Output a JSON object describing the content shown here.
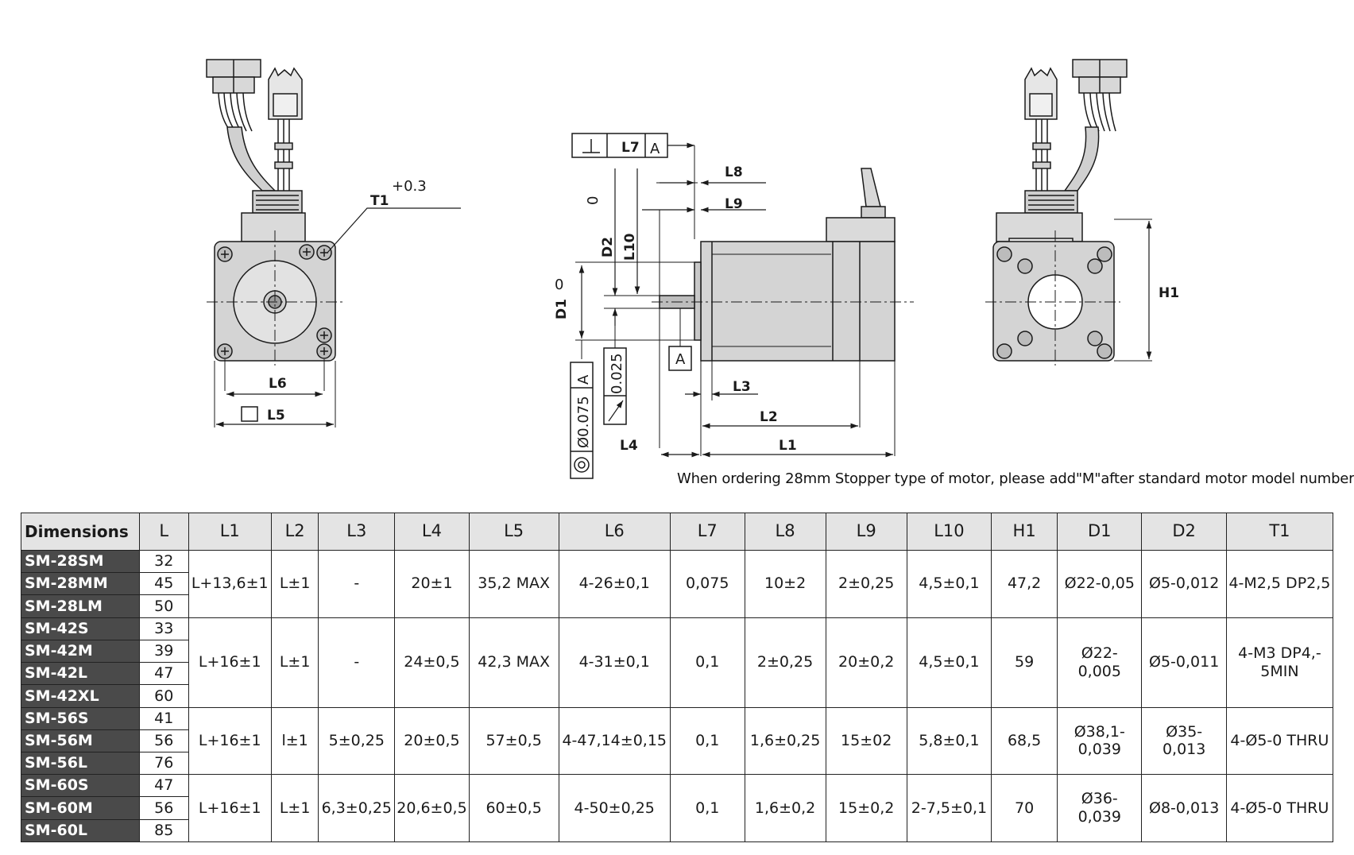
{
  "drawing": {
    "front_view": {
      "labels": {
        "t1": "T1",
        "t1_tol": "+0.3",
        "l6": "L6",
        "l5": "L5"
      }
    },
    "side_view": {
      "labels": {
        "l7": "L7",
        "a_ref": "A",
        "l8": "L8",
        "l9": "L9",
        "zero_top": "0",
        "d2": "D2",
        "l10": "L10",
        "zero_mid": "0",
        "d1": "D1",
        "runout": "0.025",
        "datum_a": "A",
        "conc": "Ø0.075",
        "conc_ref": "A",
        "l3": "L3",
        "l2": "L2",
        "l4": "L4",
        "l1": "L1"
      }
    },
    "rear_view": {
      "labels": {
        "h1": "H1"
      }
    },
    "icons": {
      "perpendicularity": "perpendicularity-icon",
      "runout": "runout-arrow-icon",
      "concentricity": "concentricity-icon",
      "square": "square-icon"
    }
  },
  "note": "When ordering 28mm Stopper type of motor, please add\"M\"after standard motor model number",
  "table": {
    "headers": [
      "Dimensions",
      "L",
      "L1",
      "L2",
      "L3",
      "L4",
      "L5",
      "L6",
      "L7",
      "L8",
      "L9",
      "L10",
      "H1",
      "D1",
      "D2",
      "T1"
    ],
    "groups": [
      {
        "models": [
          {
            "name": "SM-28SM",
            "L": "32"
          },
          {
            "name": "SM-28MM",
            "L": "45"
          },
          {
            "name": "SM-28LM",
            "L": "50"
          }
        ],
        "values": [
          "L+13,6±1",
          "L±1",
          "-",
          "20±1",
          "35,2 MAX",
          "4-26±0,1",
          "0,075",
          "10±2",
          "2±0,25",
          "4,5±0,1",
          "47,2",
          "Ø22-0,05",
          "Ø5-0,012",
          "4-M2,5 DP2,5"
        ]
      },
      {
        "models": [
          {
            "name": "SM-42S",
            "L": "33"
          },
          {
            "name": "SM-42M",
            "L": "39"
          },
          {
            "name": "SM-42L",
            "L": "47"
          },
          {
            "name": "SM-42XL",
            "L": "60"
          }
        ],
        "values": [
          "L+16±1",
          "L±1",
          "-",
          "24±0,5",
          "42,3 MAX",
          "4-31±0,1",
          "0,1",
          "2±0,25",
          "20±0,2",
          "4,5±0,1",
          "59",
          "Ø22-\n0,005",
          "Ø5-0,011",
          "4-M3 DP4,-\n5MIN"
        ]
      },
      {
        "models": [
          {
            "name": "SM-56S",
            "L": "41"
          },
          {
            "name": "SM-56M",
            "L": "56"
          },
          {
            "name": "SM-56L",
            "L": "76"
          }
        ],
        "values": [
          "L+16±1",
          "l±1",
          "5±0,25",
          "20±0,5",
          "57±0,5",
          "4-47,14±0,15",
          "0,1",
          "1,6±0,25",
          "15±02",
          "5,8±0,1",
          "68,5",
          "Ø38,1-\n0,039",
          "Ø35-\n0,013",
          "4-Ø5-0 THRU"
        ]
      },
      {
        "models": [
          {
            "name": "SM-60S",
            "L": "47"
          },
          {
            "name": "SM-60M",
            "L": "56"
          },
          {
            "name": "SM-60L",
            "L": "85"
          }
        ],
        "values": [
          "L+16±1",
          "L±1",
          "6,3±0,25",
          "20,6±0,5",
          "60±0,5",
          "4-50±0,25",
          "0,1",
          "1,6±0,2",
          "15±0,2",
          "2-7,5±0,1",
          "70",
          "Ø36-\n0,039",
          "Ø8-0,013",
          "4-Ø5-0 THRU"
        ]
      }
    ]
  },
  "colors": {
    "line": "#1a1a1a",
    "body_fill": "#d4d4d4",
    "model_cell": "#4a4a4a",
    "header_fill": "#e4e4e4"
  }
}
